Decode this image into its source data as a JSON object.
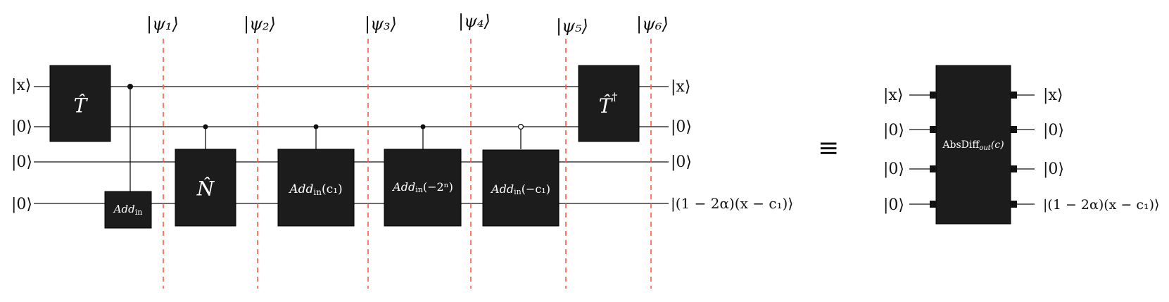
{
  "circuit": {
    "inputs": [
      "|x⟩",
      "|0⟩",
      "|0⟩",
      "|0⟩"
    ],
    "outputs": [
      "|x⟩",
      "|0⟩",
      "|0⟩",
      "|(1 − 2α)(x − c₁)⟩"
    ],
    "states": [
      "|ψ₁⟩",
      "|ψ₂⟩",
      "|ψ₃⟩",
      "|ψ₄⟩",
      "|ψ₅⟩",
      "|ψ₆⟩"
    ],
    "gates": {
      "t": "T̂",
      "add_in": "Add",
      "add_in_sub": "in",
      "n": "N̂",
      "add_c1_main": "Add",
      "add_c1_sub": "in",
      "add_c1_arg": "(c₁)",
      "add_2n_main": "Add",
      "add_2n_sub": "in",
      "add_2n_arg": "(−2ⁿ)",
      "add_mc1_main": "Add",
      "add_mc1_sub": "in",
      "add_mc1_arg": "(−c₁)",
      "t_dag": "T̂",
      "t_dag_sup": "†"
    }
  },
  "equivalence_symbol": "≡",
  "box": {
    "inputs": [
      "|x⟩",
      "|0⟩",
      "|0⟩",
      "|0⟩"
    ],
    "outputs": [
      "|x⟩",
      "|0⟩",
      "|0⟩",
      "|(1 − 2α)(x − c₁)⟩"
    ],
    "label_main": "AbsDiff",
    "label_sub": "out",
    "label_arg": "(c)"
  },
  "colors": {
    "gate_fill": "#1c1c1c",
    "slice_line": "#ff5a3c",
    "wire": "#111111"
  }
}
